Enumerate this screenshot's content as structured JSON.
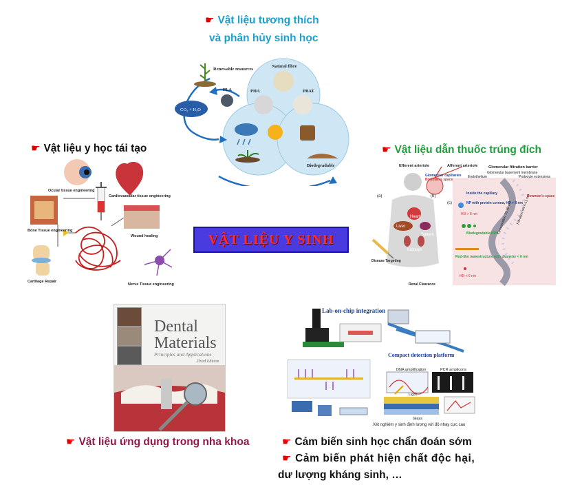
{
  "center_title": "VẬT LIỆU Y SINH",
  "pointer_icon": "pointing-hand-icon",
  "colors": {
    "biodegradable": "#1a9fce",
    "drug_delivery": "#1e9e3a",
    "regenerative": "#111111",
    "dental": "#8e1a4a",
    "sensor": "#111111",
    "pointer": "#e00000",
    "center_box": "#4a3be0",
    "center_text": "#ff2a2a"
  },
  "sections": {
    "biodegradable": {
      "heading_line1": "Vật liệu tương thích",
      "heading_line2": "và phân hủy sinh học",
      "labels": {
        "renewable": "Renewable resources",
        "pla": "PLA",
        "co2": "CO₂ + H₂O",
        "natural_fibre": "Natural fibre",
        "pha": "PHA",
        "pbat": "PBAT",
        "biodegradable": "Biodegradable"
      }
    },
    "regenerative": {
      "heading": "Vật liệu y học tái tạo",
      "labels": {
        "ocular": "Ocular tissue engineering",
        "cardio": "Cardiovascular tissue engineering",
        "bone": "Bone Tissue engineering",
        "wound": "Wound healing",
        "cartilage": "Cartilage Repair",
        "nerve": "Nerve Tissue engineering"
      }
    },
    "drug_delivery": {
      "heading": "Vật liệu dẫn thuốc trúng đích",
      "labels": {
        "efferent": "Efferent arteriole",
        "afferent": "Afferent arteriole",
        "glomerular": "Glomerular capillaries",
        "bowman": "Bowman's space",
        "filtration": "Glomerular filtration barrier",
        "gbm": "Glomerular basement membrane",
        "endothelium": "Endothelium",
        "podocyte": "Podocyte extensions",
        "heart": "Heart",
        "liver": "Liver",
        "spleen": "Spleen",
        "kidneys": "Kidneys",
        "disease": "Disease Targeting",
        "renal": "Renal Clearance",
        "inside": "Inside the capillary",
        "np_protein": "NP with protein corona, HD > 8 nm",
        "hd8": "HD > 8 nm",
        "bio_nps": "Biodegradable NPs",
        "rod": "Rod-like nanostructure with diameter < 6 nm",
        "hd6": "HD < 6 nm",
        "bowman2": "Bowman's space",
        "fen": "Fenestration 70-90 nm",
        "fen2": "Filtration slit 4-11 nm",
        "a": "(a)",
        "b": "(b)",
        "c": "(c)"
      }
    },
    "dental": {
      "heading": "Vật liệu ứng dụng trong nha khoa",
      "book_title_1": "Dental",
      "book_title_2": "Materials",
      "book_subtitle": "Principles and Applications",
      "book_edition": "Third Edition"
    },
    "sensor": {
      "heading1": "Cảm biến sinh học chẩn đoán sớm",
      "heading2": "Cảm biến phát hiện chất độc hại,",
      "heading3": "dư lượng kháng sinh, …",
      "lab_title": "Lab-on-chip integration",
      "compact_title": "Compact detection platform",
      "dna": "DNA amplification",
      "pcr": "PCR amplicons",
      "light": "Light",
      "glass": "Glass",
      "caption": "Xét nghiệm y sinh định lượng với độ nhạy cực cao"
    }
  }
}
